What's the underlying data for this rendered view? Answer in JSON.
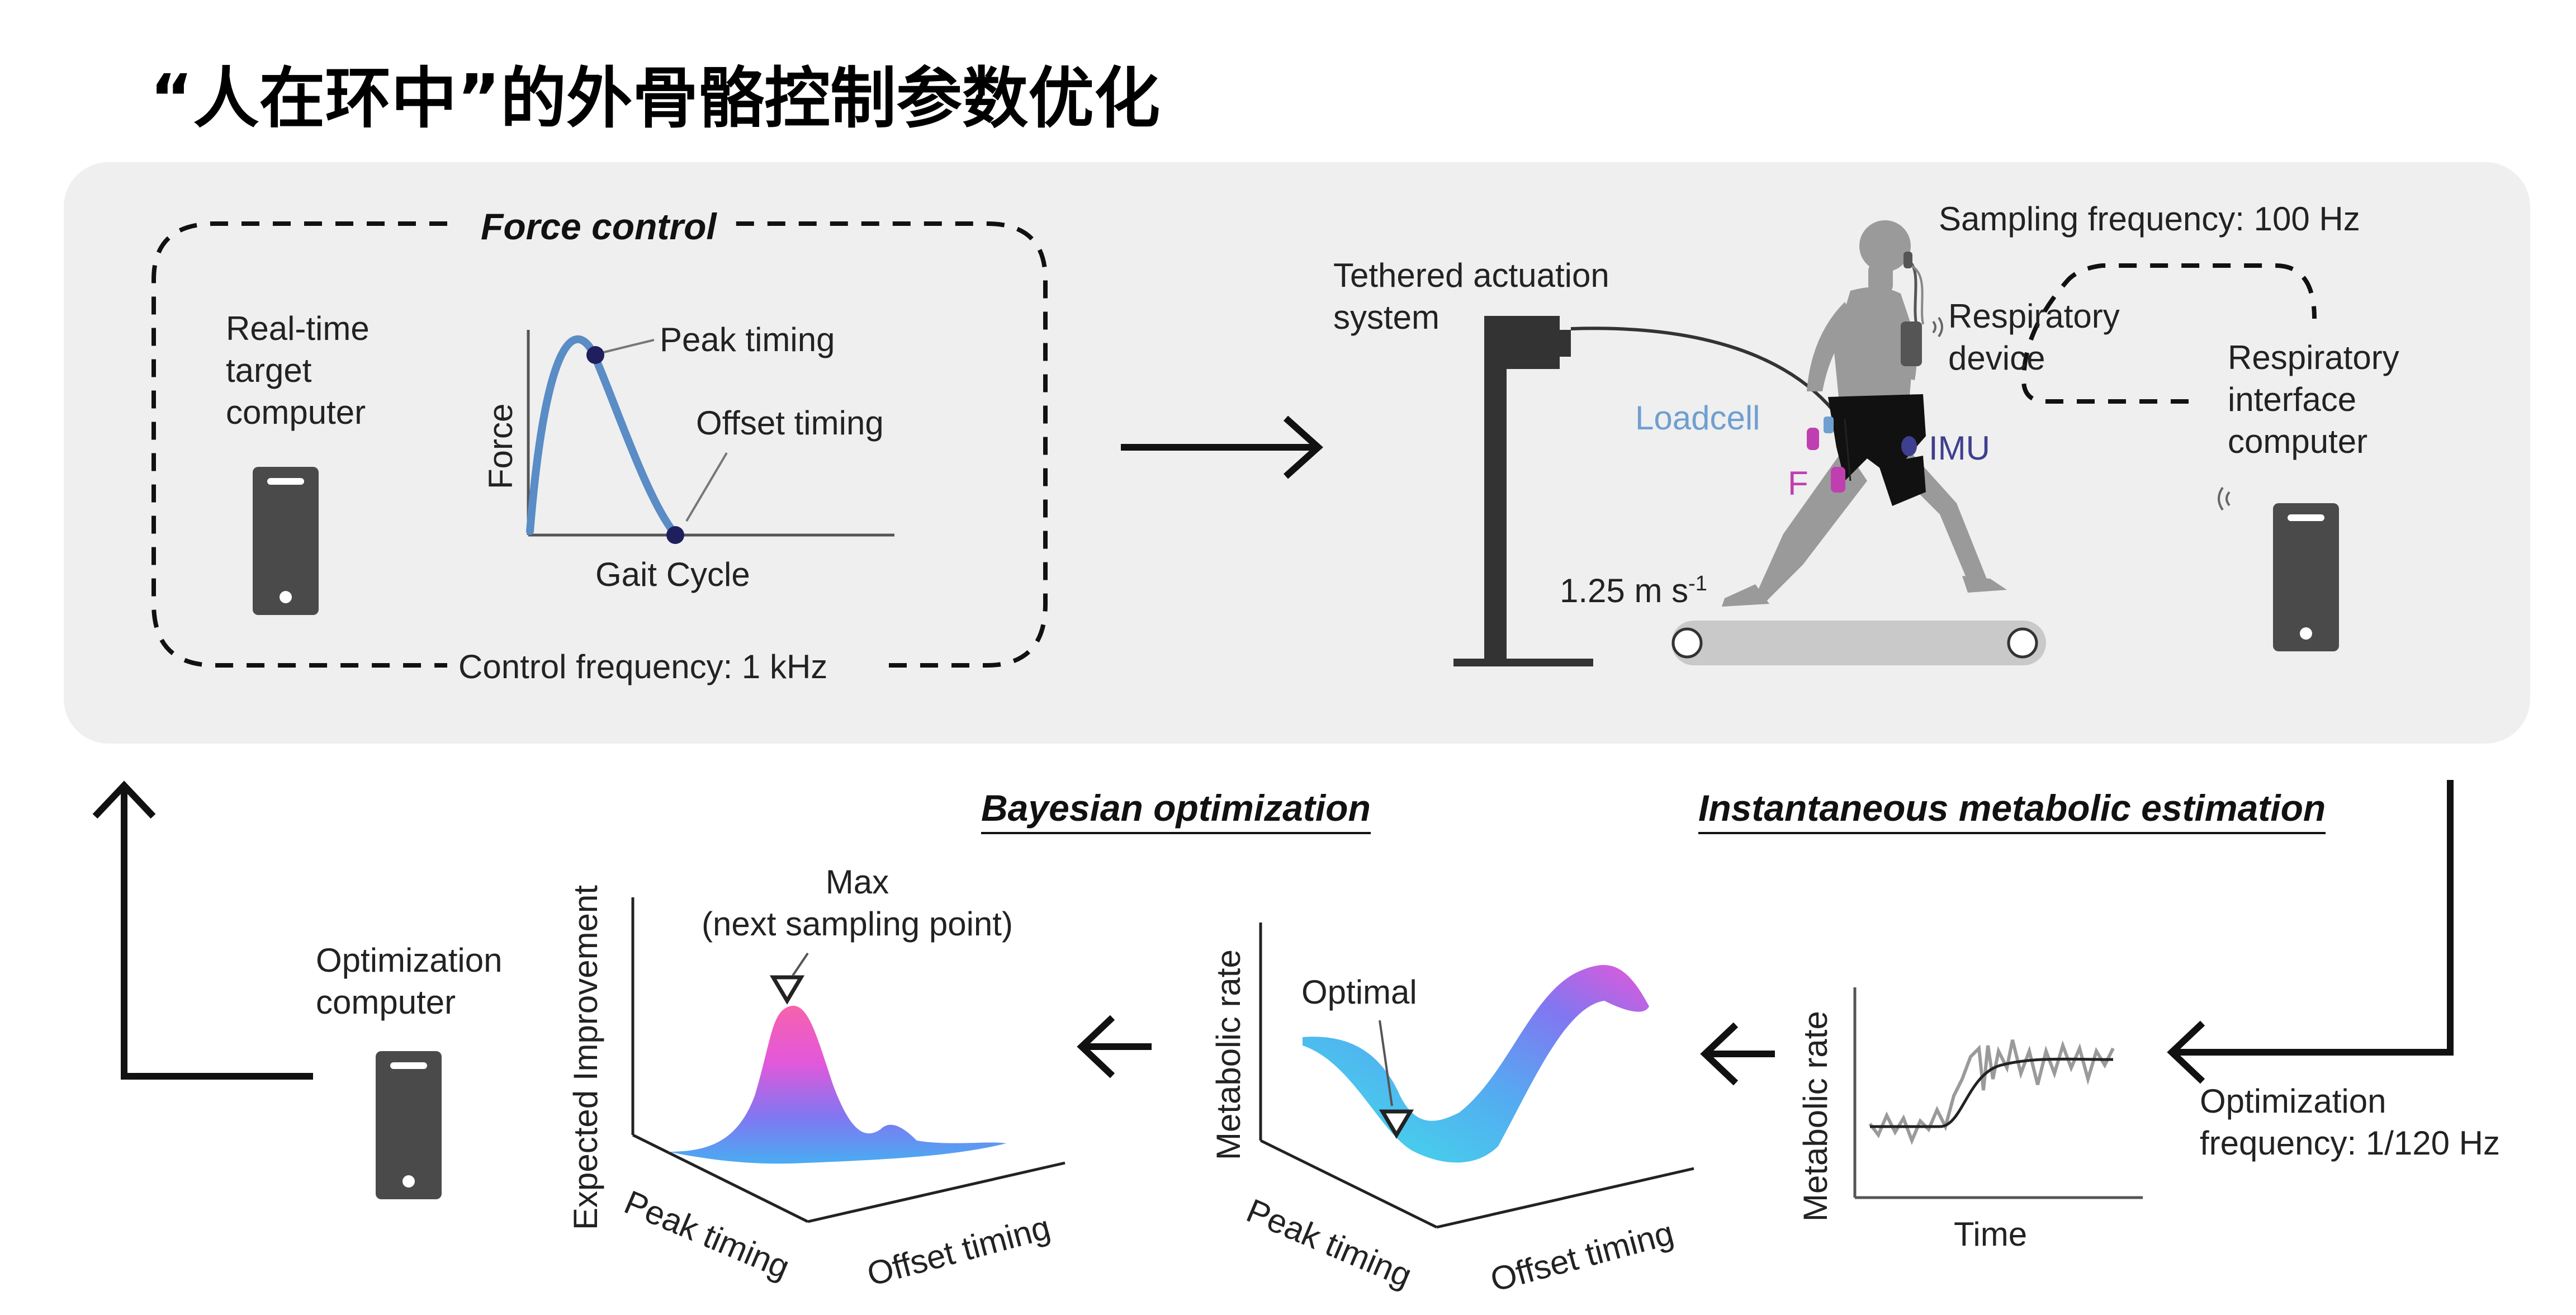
{
  "title": "“人在环中”的外骨骼控制参数优化",
  "force_control": {
    "heading": "Force control",
    "target_computer_label": "Real-time\ntarget\ncomputer",
    "chart": {
      "y_label": "Force",
      "x_label": "Gait Cycle",
      "peak_label": "Peak timing",
      "offset_label": "Offset timing"
    },
    "frequency_label": "Control frequency: 1 kHz"
  },
  "hardware": {
    "tethered_label": "Tethered actuation\nsystem",
    "loadcell_label": "Loadcell",
    "f_label": "F",
    "imu_label": "IMU",
    "speed_label": "1.25 m s",
    "speed_sup": "-1",
    "sampling_label": "Sampling frequency: 100 Hz",
    "respiratory_device_label": "Respiratory\ndevice",
    "respiratory_computer_label": "Respiratory\ninterface\ncomputer"
  },
  "metabolic_estimation": {
    "heading": "Instantaneous metabolic estimation",
    "y_label": "Metabolic rate",
    "x_label": "Time",
    "frequency_label": "Optimization\nfrequency: 1/120 Hz"
  },
  "bayesian": {
    "heading": "Bayesian optimization",
    "surface1": {
      "y_label": "Metabolic rate",
      "optimal_label": "Optimal",
      "x_label_a": "Peak timing",
      "x_label_b": "Offset timing"
    },
    "surface2": {
      "y_label": "Expected Improvement",
      "max_label": "Max\n(next sampling point)",
      "x_label_a": "Peak timing",
      "x_label_b": "Offset timing"
    }
  },
  "optimization_computer_label": "Optimization\ncomputer",
  "colors": {
    "force_curve": "#5a8cc6",
    "marker": "#1f1f5e",
    "panel_bg": "#efefef",
    "device": "#4a4a4a",
    "loadcell": "#6f9fd0",
    "imu": "#3f3f8f",
    "magenta": "#c03fb0"
  }
}
